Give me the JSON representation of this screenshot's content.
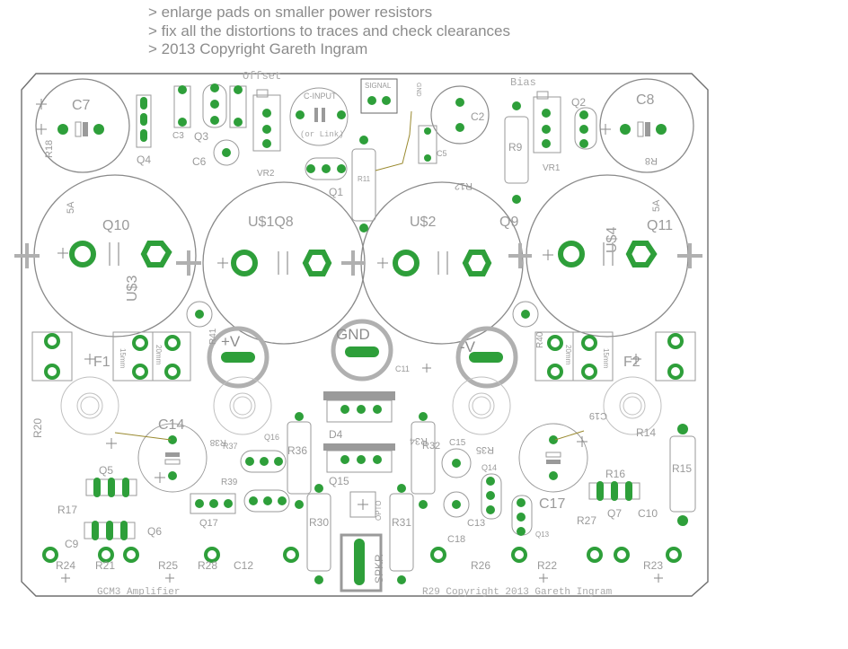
{
  "notes": [
    "> enlarge pads on smaller power resistors",
    "> fix all the distortions to traces and check clearances",
    "> 2013 Copyright Gareth Ingram"
  ],
  "silk_labels": {
    "offset": "Offset",
    "bias": "Bias",
    "c_input": "C-INPUT",
    "or_link": "(or Link)",
    "signal": "SIGNAL",
    "gnd_small": "GND",
    "c7": "C7",
    "c8": "C8",
    "q10": "Q10",
    "q11": "Q11",
    "q9": "Q9",
    "us1_q8": "U$1Q8",
    "us2": "U$2",
    "us3": "U$3",
    "us4": "U$4",
    "gnd_big": "GND",
    "plus_v": "+V",
    "minus_v": "-V",
    "f1": "F1",
    "f2": "F2",
    "c14": "C14",
    "c17": "C17",
    "d4": "D4",
    "spkr": "SPKR",
    "opto": "OPTO",
    "q1": "Q1",
    "q2": "Q2",
    "q3": "Q3",
    "q4": "Q4",
    "q5": "Q5",
    "q6": "Q6",
    "q7": "Q7",
    "q13": "Q13",
    "q14": "Q14",
    "q15": "Q15",
    "q16": "Q16",
    "q17": "Q17",
    "vr1": "VR1",
    "vr2": "VR2",
    "c2": "C2",
    "c3": "C3",
    "c5": "C5",
    "c6": "C6",
    "c9": "C9",
    "c10": "C10",
    "c11": "C11",
    "c12": "C12",
    "c13": "C13",
    "c15": "C15",
    "c18": "C18",
    "c19": "C19",
    "r11": "R11",
    "r12": "R12",
    "r14": "R14",
    "r15": "R15",
    "r16": "R16",
    "r17": "R17",
    "r20": "R20",
    "r21": "R21",
    "r22": "R22",
    "r23": "R23",
    "r24": "R24",
    "r25": "R25",
    "r26": "R26",
    "r27": "R27",
    "r28": "R28",
    "r29": "R29",
    "r30": "R30",
    "r31": "R31",
    "r32": "R32",
    "r34": "R34",
    "r35": "R35",
    "r36": "R36",
    "r37": "R37",
    "r38": "R38",
    "r39": "R39",
    "r40": "R40",
    "r41": "R41",
    "r9": "R9",
    "r18": "R18",
    "r8": "R8",
    "five_a_left": "5A",
    "five_a_right": "5A",
    "mm15_left": "15mm",
    "mm20_left": "20mm",
    "mm20_right": "20mm",
    "mm15_right": "15mm",
    "bottom_left": "GCM3 Amplifier",
    "bottom_right": "R29 Copyright 2013 Gareth Ingram"
  },
  "colors": {
    "pad": "#2e9f3a",
    "silk": "#9a9a9a",
    "outline": "#6f6f6f",
    "background": "#ffffff"
  }
}
